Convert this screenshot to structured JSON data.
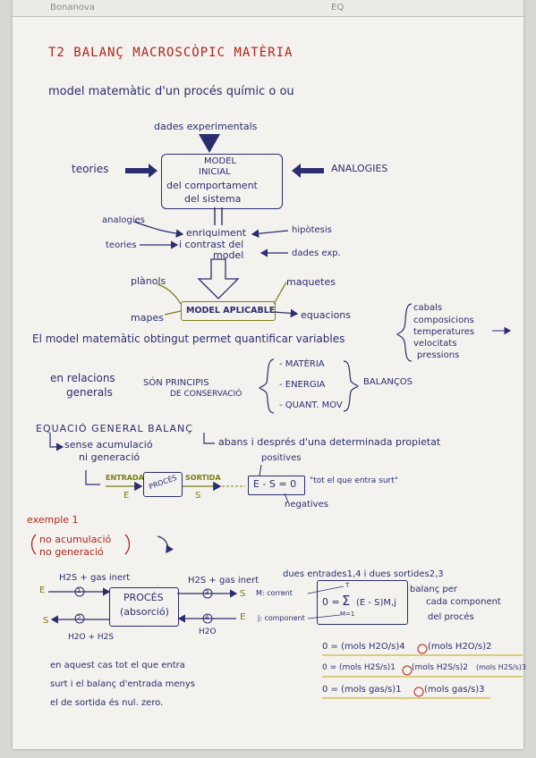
{
  "header": {
    "school": "Bonanova",
    "code": "EQ"
  },
  "title": "T2 BALANÇ MACROSCÒPIC MATÈRIA",
  "subtitle": "model matemàtic d'un procés químic o ou",
  "diagram": {
    "top_input": "dades experimentals",
    "left_input": "teories",
    "right_input": "ANALOGIES",
    "center_box": [
      "MODEL",
      "INICIAL",
      "del comportament",
      "del sistema"
    ],
    "enrich_labels": [
      "enriquiment",
      "i contrast del",
      "model"
    ],
    "left_notes": [
      "analogies",
      "teories"
    ],
    "right_notes": [
      "hipòtesis",
      "dades exp."
    ],
    "outputs_left": [
      "plànols",
      "mapes"
    ],
    "outputs_right": [
      "maquetes",
      "equacions"
    ],
    "applicable": "MODEL APLICABLE"
  },
  "model_text": "El model matemàtic obtingut permet quantificar variables",
  "variables": [
    "cabals",
    "composicions",
    "temperatures",
    "velocitats",
    "pressions"
  ],
  "relations": {
    "left": [
      "en relacions",
      "generals"
    ],
    "middle": [
      "SÓN PRINCIPIS",
      "DE CONSERVACIÓ"
    ],
    "items": [
      "- MATÈRIA",
      "- ENERGIA",
      "- QUANT. MOV"
    ],
    "balances": "BALANÇOS"
  },
  "equation_section": {
    "title": "EQUACIÓ GENERAL BALANÇ",
    "left_note": [
      "sense acumulació",
      "ni generació"
    ],
    "right_note": "abans i després d'una determinada propietat",
    "entrada": "ENTRADA",
    "e": "E",
    "proces": "PROCÉS",
    "sortida": "SORTIDA",
    "s": "S",
    "positives": "positives",
    "negatives": "negatives",
    "equation": "E - S = 0",
    "quote": "\"tot el que entra surt\""
  },
  "example": {
    "title": "exemple 1",
    "conditions": [
      "no acumulació",
      "no generació"
    ],
    "in_top": "H2S + gas inert",
    "out_top": "H2S + gas inert",
    "in_bottom_label": "H2O + H2S",
    "out_bottom_label": "H2O",
    "node_labels": [
      "1",
      "2",
      "3",
      "4"
    ],
    "process_box": [
      "PROCÉS",
      "(absorció)"
    ],
    "e": "E",
    "s": "S",
    "dues": "dues entrades1,4 i dues sortides2,3",
    "balanc_note": [
      "balanç per",
      "cada component",
      "del procés"
    ],
    "m_label": "M: corrent",
    "j_label": "j: component",
    "eq_lhs": "0 =",
    "eq_sum_top": "T",
    "eq_sum_bottom": "M=1",
    "eq_body": "(E - S)M,j",
    "lines": [
      {
        "a": "0 = (mols H2O/s)4",
        "b": "(mols H2O/s)2",
        "c": ""
      },
      {
        "a": "0 = (mols H2S/s)1",
        "b": "(mols H2S/s)2",
        "c": "(mols H2S/s)3"
      },
      {
        "a": "0 = (mols gas/s)1",
        "b": "(mols gas/s)3",
        "c": ""
      }
    ],
    "conclusion": [
      "en aquest cas tot el que entra",
      "surt i el balanç d'entrada menys",
      "el de sortida és nul. zero."
    ]
  }
}
